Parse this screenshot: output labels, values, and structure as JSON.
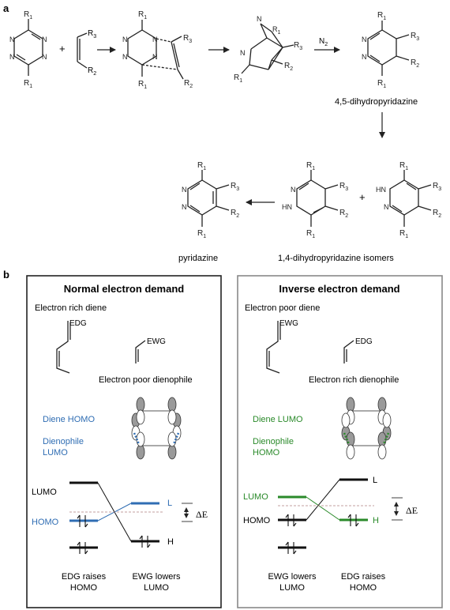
{
  "panels": {
    "a": {
      "label": "a",
      "reactant_labels": {
        "tetrazine": {
          "r_top": "R",
          "r_top_sub": "1",
          "r_bottom": "R",
          "r_bottom_sub": "1"
        },
        "plus": "+",
        "alkene": {
          "r3": "R",
          "r3_sub": "3",
          "r2": "R",
          "r2_sub": "2"
        }
      },
      "transition_state": {
        "r1_top": "R",
        "r1_sub": "1",
        "r3": "R",
        "r3_sub": "3",
        "r1_bottom": "R",
        "r2": "R",
        "r2_sub": "2"
      },
      "bicyclic": {
        "n_top": "N",
        "r1_top": "R",
        "r1_sub": "1",
        "r3": "R",
        "r3_sub": "3",
        "r2": "R",
        "r2_sub": "2",
        "r1_bottom": "R",
        "n_left": "N"
      },
      "n2_release": "N",
      "n2_sub": "2",
      "dihydro45": {
        "name": "4,5-dihydropyridazine",
        "r1_top": "R",
        "r1_sub": "1",
        "r3": "R",
        "r3_sub": "3",
        "r2": "R",
        "r2_sub": "2",
        "r1_bottom": "R",
        "n1": "N",
        "n2": "N"
      },
      "isomers": {
        "name": "1,4-dihydropyridazine isomers",
        "plus": "+",
        "hn_left": "HN",
        "hn_right": "HN",
        "n_left": "N",
        "n_right": "N"
      },
      "pyridazine": {
        "name": "pyridazine",
        "n1": "N",
        "n2": "N"
      }
    },
    "b": {
      "label": "b",
      "normal": {
        "title": "Normal electron demand",
        "diene_label": "Electron rich diene",
        "diene_sub": "EDG",
        "dienophile_sub": "EWG",
        "dienophile_label": "Electron poor dienophile",
        "homo_text": "Diene HOMO",
        "lumo_text_1": "Dienophile",
        "lumo_text_2": "LUMO",
        "lumo_level": "LUMO",
        "homo_level": "HOMO",
        "l_label": "L",
        "h_label": "H",
        "delta_e": "ΔE",
        "foot_left_1": "EDG raises",
        "foot_left_2": "HOMO",
        "foot_right_1": "EWG lowers",
        "foot_right_2": "LUMO",
        "accent": "#2f6db3"
      },
      "inverse": {
        "title": "Inverse electron demand",
        "diene_label": "Electron poor diene",
        "diene_sub": "EWG",
        "dienophile_sub": "EDG",
        "dienophile_label": "Electron rich dienophile",
        "lumo_text": "Diene LUMO",
        "homo_text_1": "Dienophile",
        "homo_text_2": "HOMO",
        "lumo_level": "LUMO",
        "homo_level": "HOMO",
        "l_label": "L",
        "h_label": "H",
        "delta_e": "ΔE",
        "foot_left_1": "EWG lowers",
        "foot_left_2": "LUMO",
        "foot_right_1": "EDG raises",
        "foot_right_2": "HOMO",
        "accent": "#2a8a2a"
      }
    }
  }
}
